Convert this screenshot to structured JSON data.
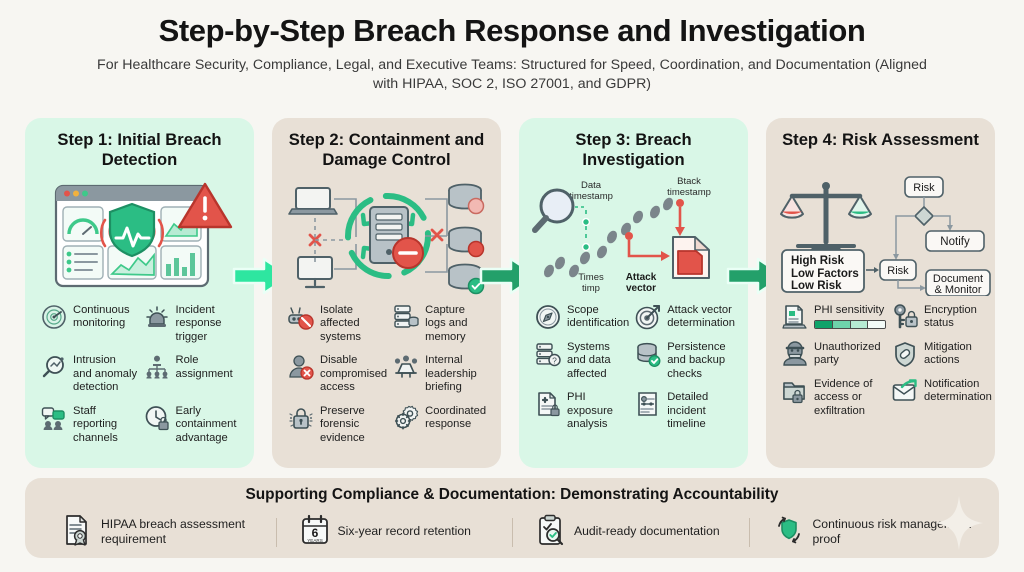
{
  "header": {
    "title": "Step-by-Step Breach Response and Investigation",
    "subtitle": "For Healthcare Security, Compliance, Legal, and Executive Teams: Structured for Speed, Coordination, and Documentation (Aligned with HIPAA, SOC 2, ISO 27001, and GDPR)"
  },
  "colors": {
    "page_bg": "#f7f6f2",
    "panel_green": "#d9f7e7",
    "panel_beige": "#e8e0d6",
    "arrow_mint": "#2ee6a0",
    "arrow_green": "#23a06a",
    "accent_green": "#21a16c",
    "alert_red": "#e2544a",
    "icon_gray": "#5d6b72"
  },
  "steps": [
    {
      "title": "Step 1: Initial Breach Detection",
      "theme": "green",
      "illustration": "security-dashboard-alert",
      "items": [
        {
          "label": "Continuous monitoring",
          "icon": "radar-icon"
        },
        {
          "label": "Incident response trigger",
          "icon": "siren-icon"
        },
        {
          "label": "Intrusion and anomaly detection",
          "icon": "magnifier-chart-icon"
        },
        {
          "label": "Role assignment",
          "icon": "org-chart-icon"
        },
        {
          "label": "Staff reporting channels",
          "icon": "people-chat-icon"
        },
        {
          "label": "Early containment advantage",
          "icon": "clock-lock-icon"
        }
      ]
    },
    {
      "title": "Step 2: Containment and Damage Control",
      "theme": "beige",
      "illustration": "network-isolation-server",
      "items": [
        {
          "label": "Isolate affected systems",
          "icon": "unplug-block-icon"
        },
        {
          "label": "Capture logs and memory",
          "icon": "server-database-icon"
        },
        {
          "label": "Disable compromised access",
          "icon": "user-disable-icon"
        },
        {
          "label": "Internal leadership briefing",
          "icon": "meeting-table-icon"
        },
        {
          "label": "Preserve forensic evidence",
          "icon": "padlock-evidence-icon"
        },
        {
          "label": "Coordinated response",
          "icon": "gears-icon"
        }
      ]
    },
    {
      "title": "Step 3: Breach Investigation",
      "theme": "green",
      "illustration": "forensic-footprints-timeline",
      "illustration_labels": [
        "Data timestamp",
        "Btack timestamp",
        "Times timp",
        "Attack vector"
      ],
      "items": [
        {
          "label": "Scope identification",
          "icon": "compass-icon"
        },
        {
          "label": "Attack vector determination",
          "icon": "target-arrow-icon"
        },
        {
          "label": "Systems and data affected",
          "icon": "server-question-icon"
        },
        {
          "label": "Persistence and backup checks",
          "icon": "database-check-icon"
        },
        {
          "label": "PHI exposure analysis",
          "icon": "medical-record-lock-icon"
        },
        {
          "label": "Detailed incident timeline",
          "icon": "timeline-document-icon"
        }
      ]
    },
    {
      "title": "Step 4: Risk Assessment",
      "theme": "beige",
      "illustration": "scales-risk-flowchart",
      "illustration_labels": [
        "Risk",
        "Notify",
        "Risk",
        "Document & Monitor"
      ],
      "illustration_box": [
        "High Risk",
        "Low Factors",
        "Low Risk"
      ],
      "items": [
        {
          "label": "PHI sensitivity",
          "icon": "document-meter-icon",
          "meter": 4,
          "meter_filled": 3
        },
        {
          "label": "Encryption status",
          "icon": "key-lock-icon"
        },
        {
          "label": "Unauthorized party",
          "icon": "masked-intruder-icon"
        },
        {
          "label": "Mitigation actions",
          "icon": "shield-bandage-icon"
        },
        {
          "label": "Evidence of access or exfiltration",
          "icon": "folder-lock-icon"
        },
        {
          "label": "Notification determination",
          "icon": "envelope-send-icon"
        }
      ]
    }
  ],
  "footer": {
    "title": "Supporting Compliance & Documentation: Demonstrating Accountability",
    "items": [
      {
        "label": "HIPAA breach assessment requirement",
        "icon": "certificate-document-icon"
      },
      {
        "label": "Six-year record retention",
        "icon": "calendar-icon",
        "calendar_number": "6",
        "calendar_unit": "YEARS"
      },
      {
        "label": "Audit-ready documentation",
        "icon": "clipboard-check-magnifier-icon"
      },
      {
        "label": "Continuous risk management proof",
        "icon": "shield-cycle-icon"
      }
    ]
  }
}
